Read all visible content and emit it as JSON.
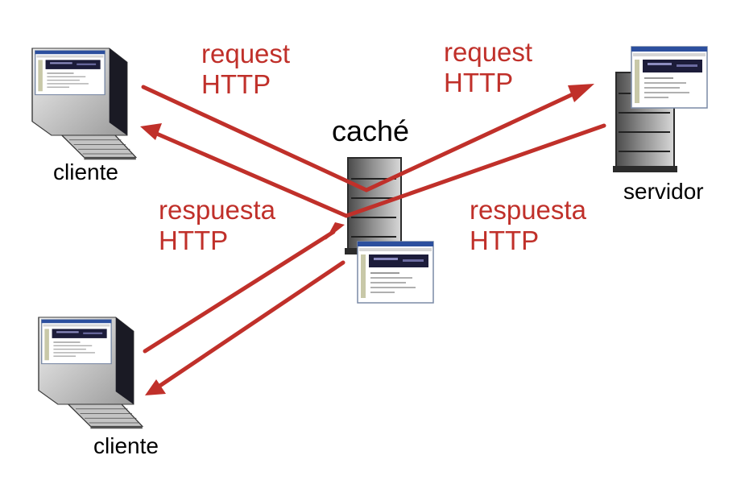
{
  "labels": {
    "client_top": "cliente",
    "client_bottom": "cliente",
    "server": "servidor",
    "cache": "caché",
    "req_left_1": "request",
    "req_left_2": "HTTP",
    "req_right_1": "request",
    "req_right_2": "HTTP",
    "resp_left_1": "respuesta",
    "resp_left_2": "HTTP",
    "resp_right_1": "respuesta",
    "resp_right_2": "HTTP"
  },
  "colors": {
    "arrow": "#c0302a",
    "label_red": "#c0302a",
    "text": "#000000"
  },
  "icons": [
    "computer-icon",
    "server-icon",
    "web-page-icon"
  ]
}
